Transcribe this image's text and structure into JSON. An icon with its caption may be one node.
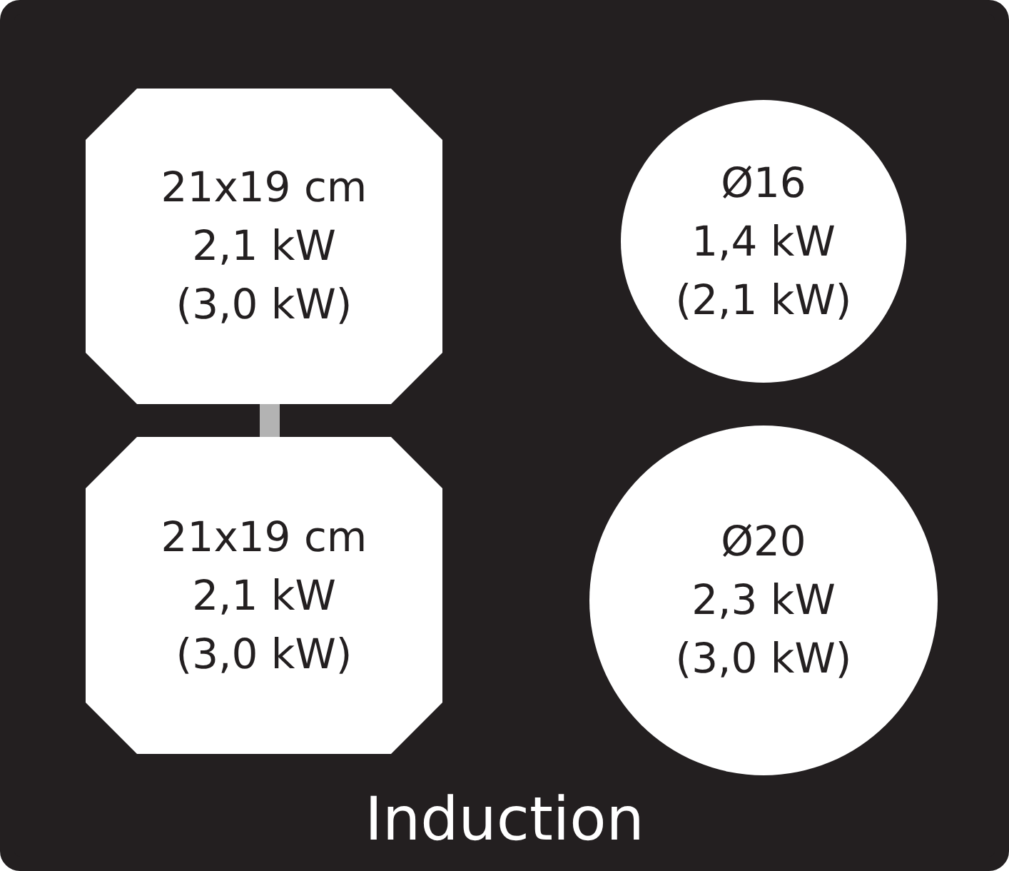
{
  "diagram": {
    "nodes": [
      {
        "text": [
          "Induction"
        ]
      },
      {
        "text": [
          "21x19 cm",
          "2,1 kW",
          "(3,0 kW)"
        ],
        "in": 0
      },
      {
        "text": [
          "Ø16",
          "1,4 kW",
          "(2,1 kW)"
        ],
        "in": 0
      },
      {
        "text": [
          "21x19 cm",
          "2,1 kW",
          "(3,0 kW)"
        ],
        "in": 0
      },
      {
        "text": [
          "Ø20",
          "2,3 kW",
          "(3,0 kW)"
        ],
        "in": 0
      }
    ],
    "edges": [
      {
        "from": 1,
        "to": 3,
        "arrow": "none",
        "color": "#b3b3b3"
      }
    ]
  }
}
